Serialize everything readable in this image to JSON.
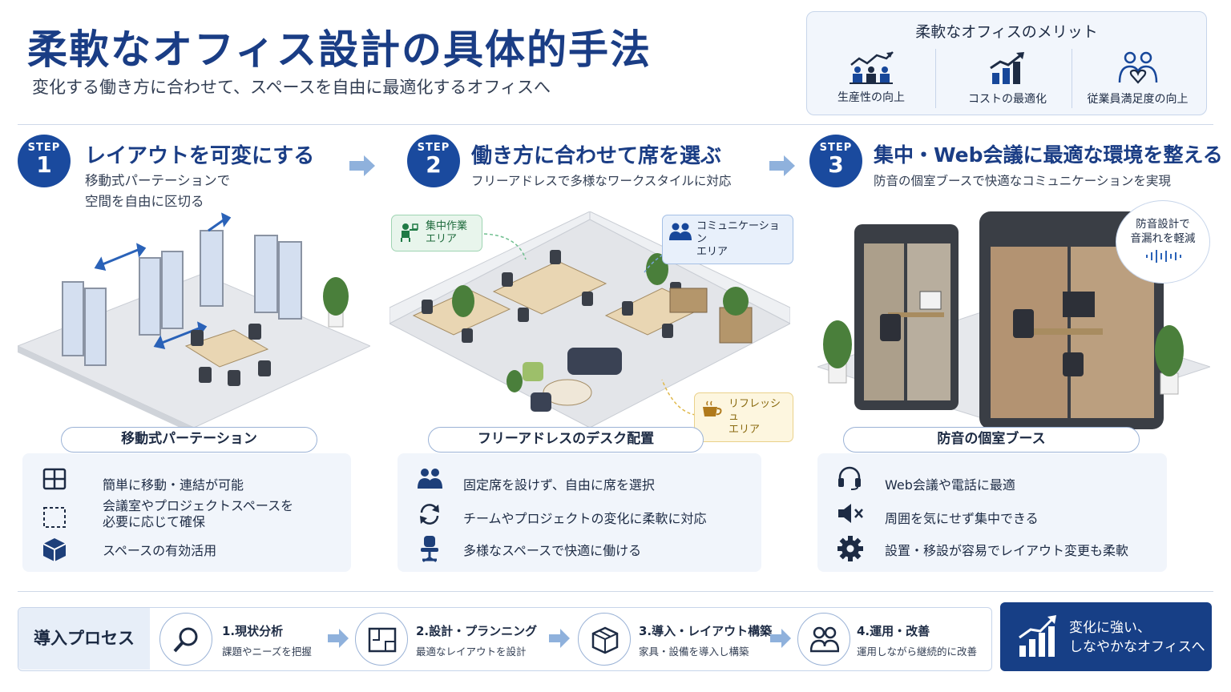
{
  "header": {
    "title": "柔軟なオフィス設計の具体的手法",
    "subtitle": "変化する働き方に合わせて、スペースを自由に最適化するオフィスへ"
  },
  "merits": {
    "title": "柔軟なオフィスのメリット",
    "items": [
      {
        "label": "生産性の向上",
        "icon": "productivity-icon"
      },
      {
        "label": "コストの最適化",
        "icon": "cost-chart-icon"
      },
      {
        "label": "従業員満足度の向上",
        "icon": "satisfaction-heart-icon"
      }
    ]
  },
  "steps": [
    {
      "badge_top": "STEP",
      "badge_num": "1",
      "title": "レイアウトを可変にする",
      "desc_line1": "移動式パーテーションで",
      "desc_line2": "空間を自由に区切る",
      "pill": "移動式パーテーション",
      "features": [
        {
          "icon": "grid-icon",
          "text": "簡単に移動・連結が可能"
        },
        {
          "icon": "dashed-square-icon",
          "text_line1": "会議室やプロジェクトスペースを",
          "text_line2": "必要に応じて確保"
        },
        {
          "icon": "cube-icon",
          "text": "スペースの有効活用"
        }
      ]
    },
    {
      "badge_top": "STEP",
      "badge_num": "2",
      "title": "働き方に合わせて席を選ぶ",
      "desc_line1": "フリーアドレスで多様なワークスタイルに対応",
      "pill": "フリーアドレスのデスク配置",
      "zones": {
        "focus_line1": "集中作業",
        "focus_line2": "エリア",
        "comm_line1": "コミュニケーション",
        "comm_line2": "エリア",
        "refresh_line1": "リフレッシュ",
        "refresh_line2": "エリア"
      },
      "features": [
        {
          "icon": "people-icon",
          "text": "固定席を設けず、自由に席を選択"
        },
        {
          "icon": "refresh-cycle-icon",
          "text": "チームやプロジェクトの変化に柔軟に対応"
        },
        {
          "icon": "office-chair-icon",
          "text": "多様なスペースで快適に働ける"
        }
      ]
    },
    {
      "badge_top": "STEP",
      "badge_num": "3",
      "title": "集中・Web会議に最適な環境を整える",
      "desc_line1": "防音の個室ブースで快適なコミュニケーションを実現",
      "pill": "防音の個室ブース",
      "callout_line1": "防音設計で",
      "callout_line2": "音漏れを軽減",
      "features": [
        {
          "icon": "headset-icon",
          "text": "Web会議や電話に最適"
        },
        {
          "icon": "mute-speaker-icon",
          "text": "周囲を気にせず集中できる"
        },
        {
          "icon": "gear-icon",
          "text": "設置・移設が容易でレイアウト変更も柔軟"
        }
      ]
    }
  ],
  "process": {
    "label": "導入プロセス",
    "steps": [
      {
        "icon": "magnifier-icon",
        "title": "1.現状分析",
        "desc": "課題やニーズを把握"
      },
      {
        "icon": "floorplan-icon",
        "title": "2.設計・プランニング",
        "desc": "最適なレイアウトを設計"
      },
      {
        "icon": "box-icon",
        "title": "3.導入・レイアウト構築",
        "desc": "家具・設備を導入し構築"
      },
      {
        "icon": "team-icon",
        "title": "4.運用・改善",
        "desc": "運用しながら継続的に改善"
      }
    ]
  },
  "slogan": {
    "line1": "変化に強い、",
    "line2": "しなやかなオフィスへ"
  },
  "colors": {
    "primary": "#1a4a9e",
    "title": "#1a3d85",
    "panel": "#f1f5fb",
    "border": "#c7d5ea",
    "focus_zone": "#e8f5ec",
    "comm_zone": "#e8f0fb",
    "refresh_zone": "#fdf6df"
  }
}
